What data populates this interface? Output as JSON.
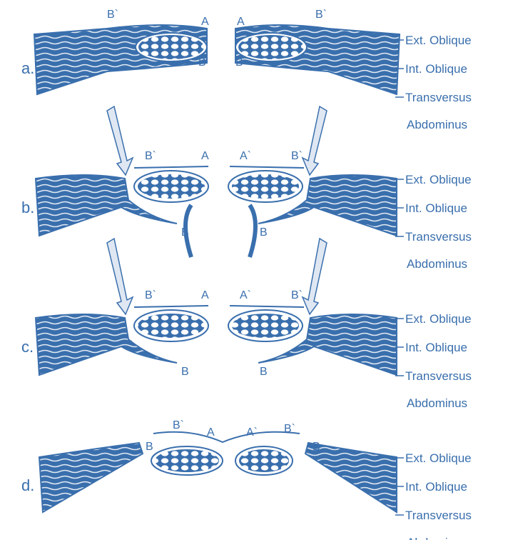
{
  "diagram": {
    "ink_color": "#3a6fad",
    "fill_color": "#ffffff",
    "panels": [
      {
        "label": "a.",
        "letters": [
          "B`",
          "A",
          "A",
          "B`",
          "B",
          "B"
        ],
        "muscles": [
          "Ext. Oblique",
          "Int. Oblique",
          "Transversus",
          "Abdominus"
        ]
      },
      {
        "label": "b.",
        "letters": [
          "B`",
          "A",
          "A`",
          "B`",
          "B",
          "B"
        ],
        "muscles": [
          "Ext. Oblique",
          "Int. Oblique",
          "Transversus",
          "Abdominus"
        ]
      },
      {
        "label": "c.",
        "letters": [
          "B`",
          "A",
          "A`",
          "B`",
          "B",
          "B"
        ],
        "muscles": [
          "Ext. Oblique",
          "Int. Oblique",
          "Transversus",
          "Abdominus"
        ]
      },
      {
        "label": "d.",
        "letters": [
          "B`",
          "B",
          "A",
          "A`",
          "B`",
          "B"
        ],
        "muscles": [
          "Ext. Oblique",
          "Int. Oblique",
          "Transversus",
          "Abdominus"
        ]
      }
    ]
  }
}
